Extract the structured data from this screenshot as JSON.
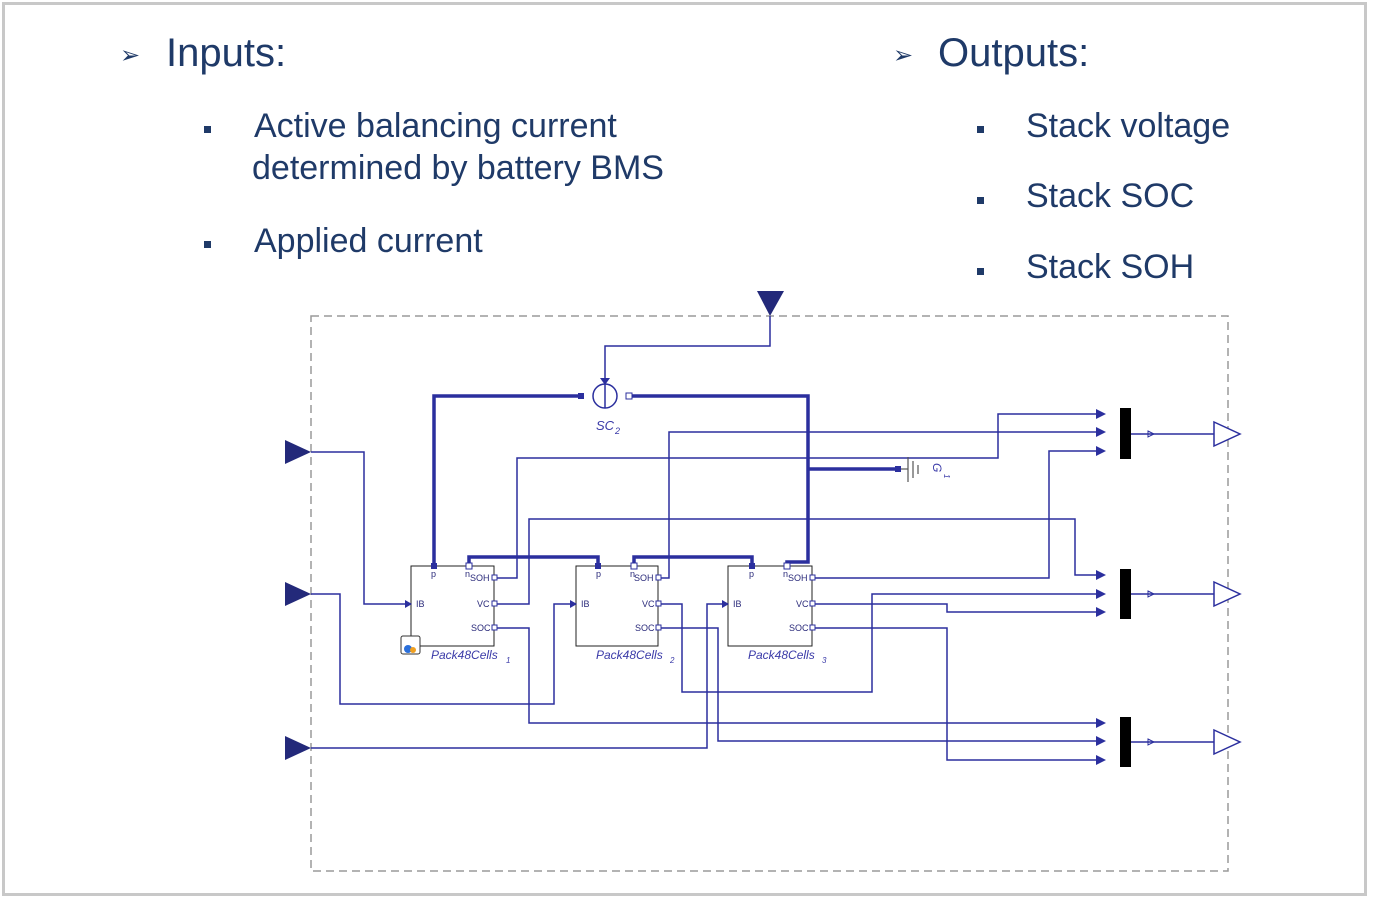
{
  "inputs": {
    "heading": "Inputs:",
    "items": [
      "Active balancing current",
      "determined by battery BMS",
      "Applied current"
    ]
  },
  "outputs": {
    "heading": "Outputs:",
    "items": [
      "Stack voltage",
      "Stack SOC",
      "Stack SOH"
    ]
  },
  "diagram": {
    "current_source_label": "SC",
    "current_source_sub": "2",
    "ground_label": "G",
    "ground_sub": "1",
    "packs": [
      {
        "name": "Pack48Cells",
        "sub": "1"
      },
      {
        "name": "Pack48Cells",
        "sub": "2"
      },
      {
        "name": "Pack48Cells",
        "sub": "3"
      }
    ],
    "pins": {
      "p": "p",
      "n": "n",
      "soh": "SOH",
      "vc": "VC",
      "soc": "SOC",
      "ib": "IB"
    },
    "colors": {
      "wire": "#2b2f9e",
      "port": "#23297a",
      "bus": "#000000",
      "frame": "#9a9a9a",
      "text": "#1f3a68"
    }
  }
}
